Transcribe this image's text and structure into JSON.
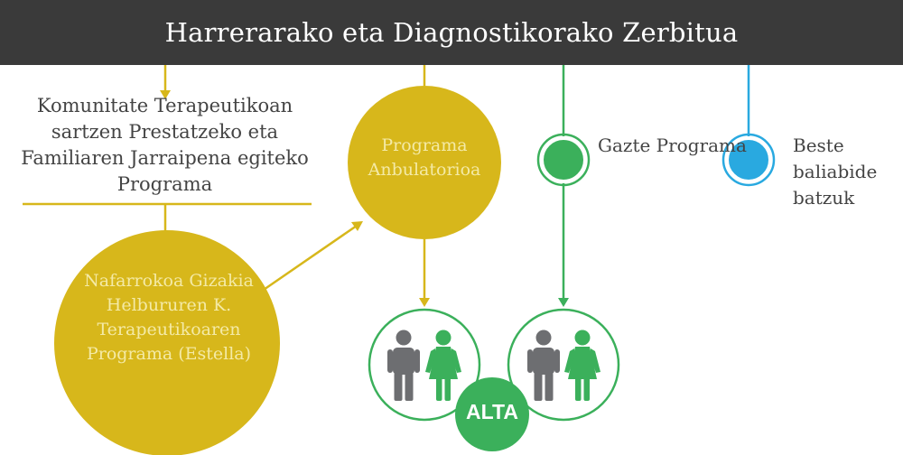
{
  "header": {
    "title": "Harrerarako eta Diagnostikorako Zerbitua"
  },
  "nodes": {
    "intro_program": "Komunitate Terapeutikoan sartzen Prestatzeko eta Familiaren Jarraipena egiteko Programa",
    "ambulatory_program": "Programa Anbulatorioa",
    "navarra_program": "Nafarrokoa Gizakia Helbururen K. Terapeutikoaren Programa (Estella)",
    "youth_program": "Gazte Programa",
    "other_resources": "Beste baliabide batzuk",
    "alta": "ALTA"
  },
  "colors": {
    "header_bg": "#3a3a3a",
    "gold": "#d7b71b",
    "green": "#3bb05b",
    "blue": "#29a9e0",
    "person_gray": "#6d6e71"
  },
  "icons": [
    "person-male-icon",
    "person-female-icon"
  ]
}
